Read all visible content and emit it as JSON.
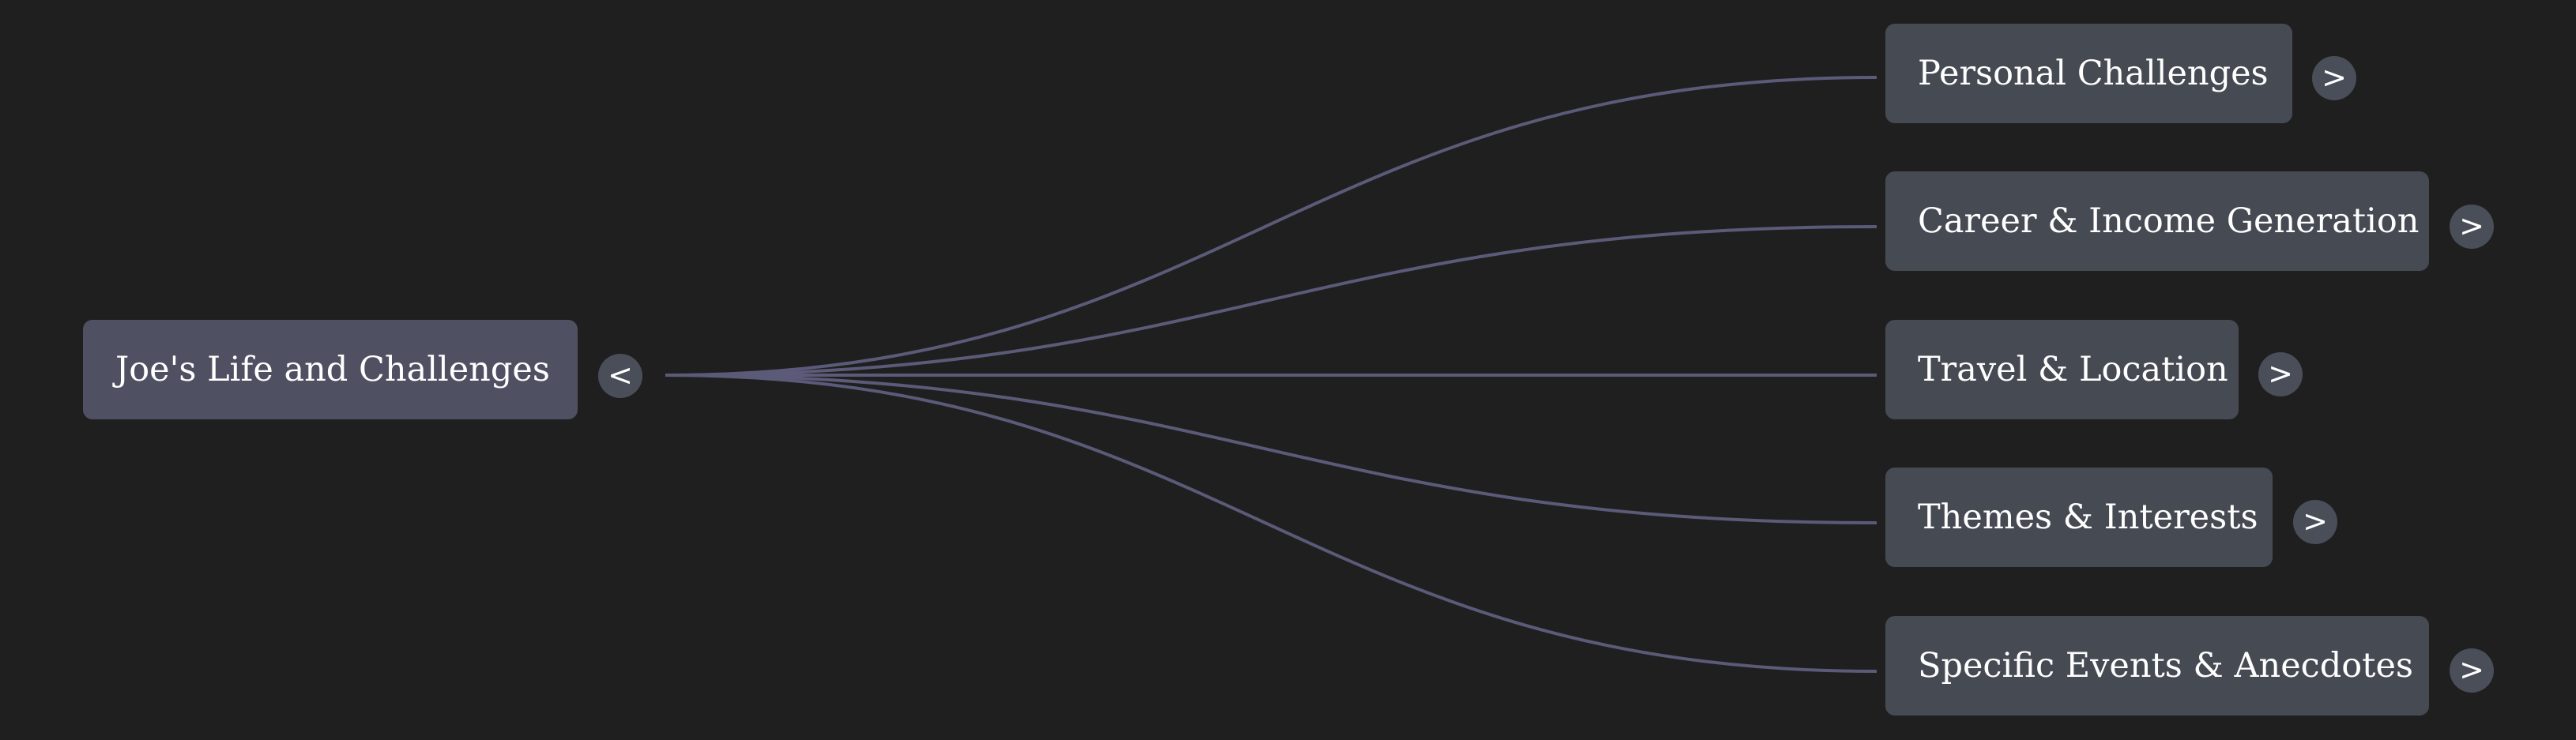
{
  "colors": {
    "background": "#1f1f1f",
    "root_node": "#4f5163",
    "child_node": "#464a53",
    "toggle_button": "#4a4e59",
    "connector": "#5b5a78",
    "text": "#ffffff"
  },
  "root": {
    "label": "Joe's Life and Challenges",
    "toggle": "<"
  },
  "children": [
    {
      "label": "Personal Challenges",
      "toggle": ">"
    },
    {
      "label": "Career & Income Generation",
      "toggle": ">"
    },
    {
      "label": "Travel & Location",
      "toggle": ">"
    },
    {
      "label": "Themes & Interests",
      "toggle": ">"
    },
    {
      "label": "Specific Events & Anecdotes",
      "toggle": ">"
    }
  ]
}
